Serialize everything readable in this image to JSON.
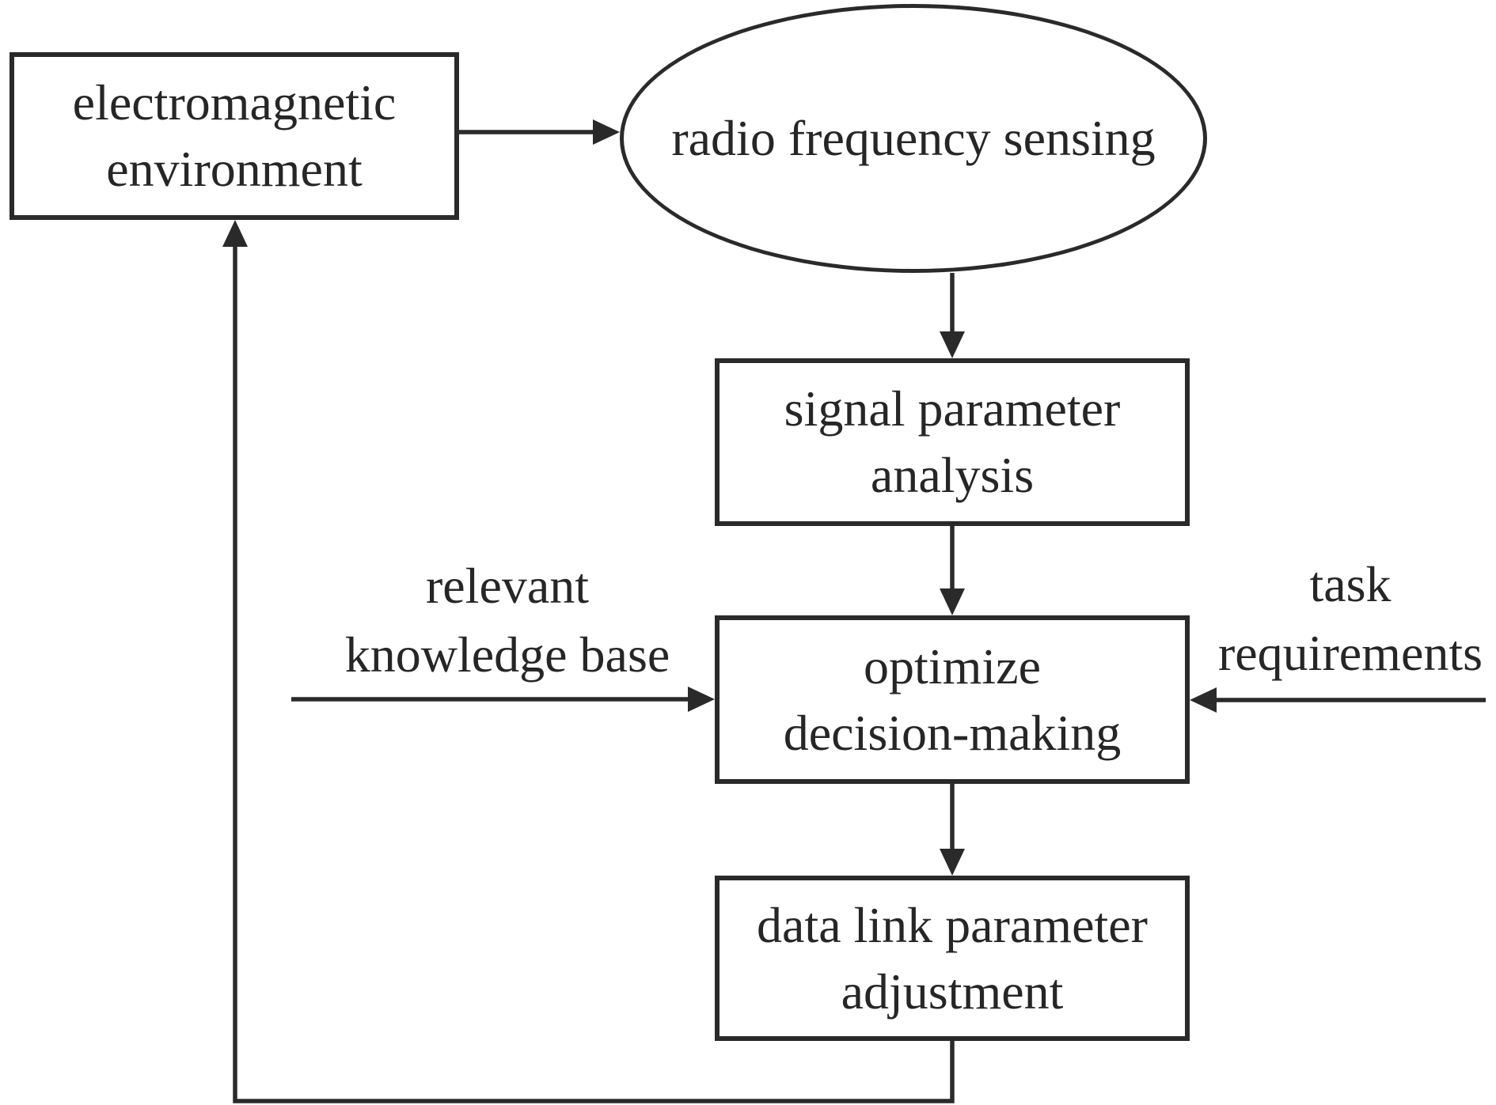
{
  "diagram": {
    "background_color": "#ffffff",
    "stroke_color": "#2a2a2a",
    "text_color": "#262626",
    "nodes": [
      {
        "id": "electromagnetic-environment",
        "shape": "rectangle",
        "lines": [
          "electromagnetic",
          "environment"
        ]
      },
      {
        "id": "radio-frequency-sensing",
        "shape": "ellipse",
        "lines": [
          "radio frequency sensing"
        ]
      },
      {
        "id": "signal-parameter-analysis",
        "shape": "rectangle",
        "lines": [
          "signal parameter",
          "analysis"
        ]
      },
      {
        "id": "optimize-decision-making",
        "shape": "rectangle",
        "lines": [
          "optimize",
          "decision-making"
        ]
      },
      {
        "id": "data-link-parameter-adjustment",
        "shape": "rectangle",
        "lines": [
          "data link parameter",
          "adjustment"
        ]
      }
    ],
    "labels": [
      {
        "id": "relevant-knowledge-base",
        "lines": [
          "relevant",
          "knowledge base"
        ]
      },
      {
        "id": "task-requirements",
        "lines": [
          "task",
          "requirements"
        ]
      }
    ],
    "edges": [
      {
        "from": "electromagnetic-environment",
        "to": "radio-frequency-sensing",
        "direction": "right"
      },
      {
        "from": "radio-frequency-sensing",
        "to": "signal-parameter-analysis",
        "direction": "down"
      },
      {
        "from": "signal-parameter-analysis",
        "to": "optimize-decision-making",
        "direction": "down"
      },
      {
        "from": "relevant-knowledge-base",
        "to": "optimize-decision-making",
        "direction": "right"
      },
      {
        "from": "task-requirements",
        "to": "optimize-decision-making",
        "direction": "left"
      },
      {
        "from": "optimize-decision-making",
        "to": "data-link-parameter-adjustment",
        "direction": "down"
      },
      {
        "from": "data-link-parameter-adjustment",
        "to": "electromagnetic-environment",
        "direction": "feedback-loop-left-up"
      }
    ]
  }
}
